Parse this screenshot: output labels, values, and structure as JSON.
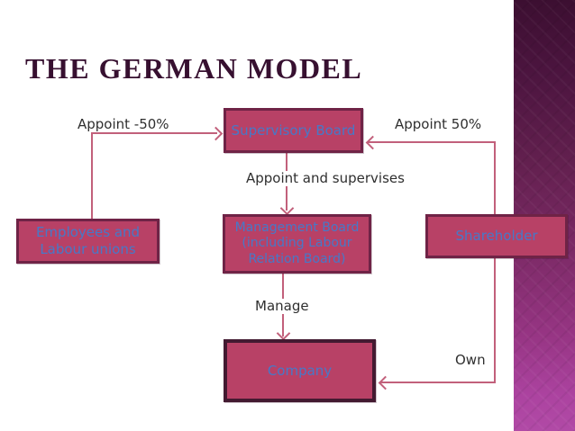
{
  "slide": {
    "title": "THE GERMAN MODEL"
  },
  "diagram": {
    "nodes": [
      {
        "id": "supervisory-board",
        "label": "Supervisory Board"
      },
      {
        "id": "management-board",
        "label": "Management Board\n(including Labour\nRelation Board)"
      },
      {
        "id": "employees",
        "label": "Employees and\nLabour unions"
      },
      {
        "id": "shareholder",
        "label": "Shareholder"
      },
      {
        "id": "company",
        "label": "Company"
      }
    ],
    "edge_labels": [
      {
        "id": "appoint-minus-50",
        "text": "Appoint -50%"
      },
      {
        "id": "appoint-50",
        "text": "Appoint 50%"
      },
      {
        "id": "appoint-and-supervises",
        "text": "Appoint and\nsupervises"
      },
      {
        "id": "manage",
        "text": "Manage"
      },
      {
        "id": "own",
        "text": "Own"
      }
    ],
    "edges": [
      {
        "from": "employees",
        "to": "supervisory-board",
        "label": "Appoint -50%"
      },
      {
        "from": "shareholder",
        "to": "supervisory-board",
        "label": "Appoint 50%"
      },
      {
        "from": "supervisory-board",
        "to": "management-board",
        "label": "Appoint and supervises"
      },
      {
        "from": "management-board",
        "to": "company",
        "label": "Manage"
      },
      {
        "from": "shareholder",
        "to": "company",
        "label": "Own"
      }
    ]
  },
  "colors": {
    "node_fill": "#b84166",
    "node_border": "#6f2346",
    "company_border": "#431a31",
    "node_text": "#4679c8",
    "connector": "#c2607b",
    "label_text": "#2f2f2f",
    "title_text": "#371030",
    "band_gradient_top": "#3c0f31",
    "band_gradient_bottom": "#b14aa6",
    "background": "#ffffff"
  }
}
